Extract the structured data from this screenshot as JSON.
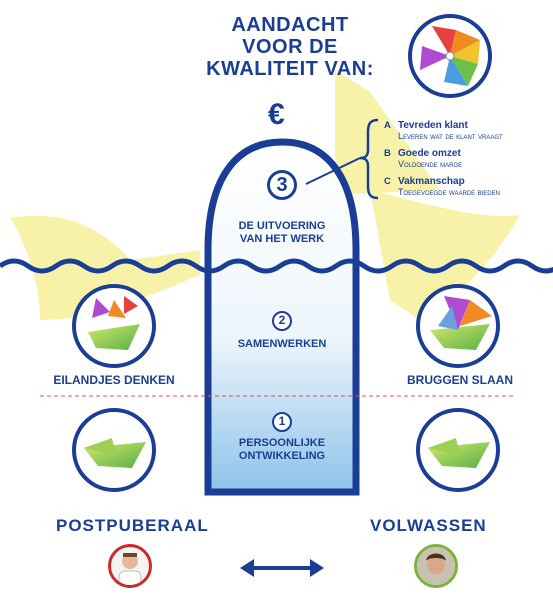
{
  "title": {
    "line1": "AANDACHT",
    "line2": "VOOR DE",
    "line3": "KWALITEIT VAN:"
  },
  "euro_symbol": "€",
  "quality_list": [
    {
      "letter": "A",
      "title": "Tevreden klant",
      "subtitle": "Leveren wat de klant vraagt"
    },
    {
      "letter": "B",
      "title": "Goede omzet",
      "subtitle": "Voldoende marge"
    },
    {
      "letter": "C",
      "title": "Vakmanschap",
      "subtitle": "Toegevoegde waarde bieden"
    }
  ],
  "steps": [
    {
      "number": "3",
      "label_line1": "DE UITVOERING",
      "label_line2": "VAN HET WERK"
    },
    {
      "number": "2",
      "label_line1": "SAMENWERKEN"
    },
    {
      "number": "1",
      "label_line1": "PERSOONLIJKE",
      "label_line2": "ONTWIKKELING"
    }
  ],
  "side_labels": {
    "left": "EILANDJES DENKEN",
    "right": "BRUGGEN SLAAN"
  },
  "bottom_labels": {
    "left": "POSTPUBERAAL",
    "right": "VOLWASSEN"
  },
  "colors": {
    "brand_blue": "#1a3e96",
    "yellow": "#f5ee9a",
    "light_blue": "#dcecf8",
    "dashed_line": "#e05050",
    "avatar_left_ring": "#cc2a2a",
    "avatar_right_ring": "#7ab23a"
  },
  "icons": {
    "arrow": "double-arrow-icon",
    "origami_boat": "paper-boat-icon",
    "pinwheel": "pinwheel-icon"
  }
}
